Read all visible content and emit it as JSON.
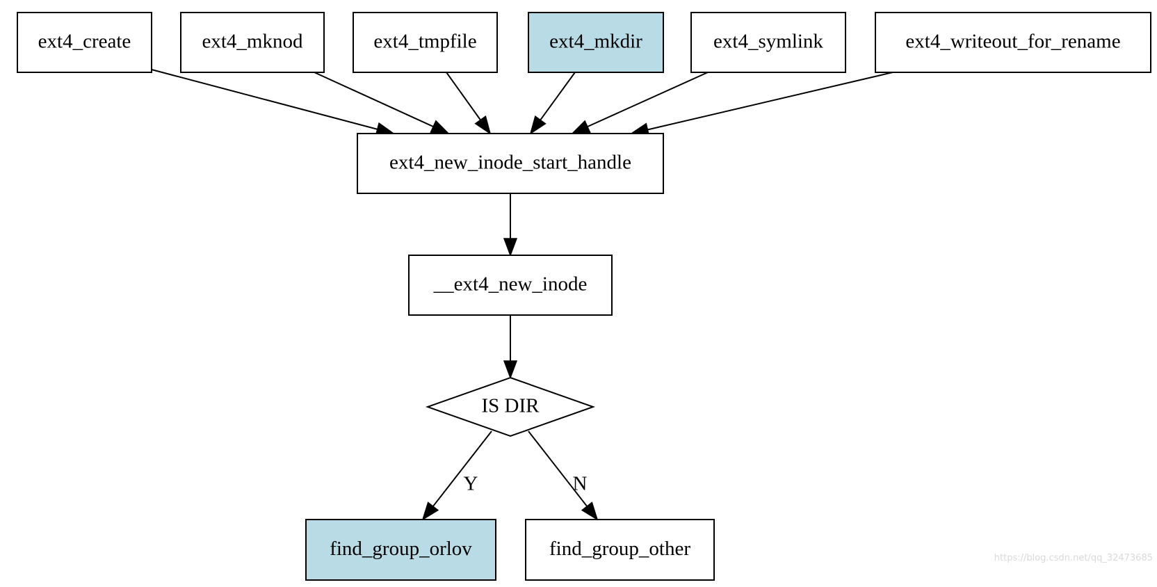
{
  "colors": {
    "highlight_fill": "#b8dbe6",
    "default_fill": "#ffffff",
    "stroke": "#000000"
  },
  "nodes": {
    "ext4_create": {
      "label": "ext4_create",
      "shape": "box",
      "highlighted": false
    },
    "ext4_mknod": {
      "label": "ext4_mknod",
      "shape": "box",
      "highlighted": false
    },
    "ext4_tmpfile": {
      "label": "ext4_tmpfile",
      "shape": "box",
      "highlighted": false
    },
    "ext4_mkdir": {
      "label": "ext4_mkdir",
      "shape": "box",
      "highlighted": true
    },
    "ext4_symlink": {
      "label": "ext4_symlink",
      "shape": "box",
      "highlighted": false
    },
    "ext4_writeout_for_rename": {
      "label": "ext4_writeout_for_rename",
      "shape": "box",
      "highlighted": false
    },
    "ext4_new_inode_start_handle": {
      "label": "ext4_new_inode_start_handle",
      "shape": "box",
      "highlighted": false
    },
    "__ext4_new_inode": {
      "label": "__ext4_new_inode",
      "shape": "box",
      "highlighted": false
    },
    "is_dir": {
      "label": "IS DIR",
      "shape": "diamond",
      "highlighted": false
    },
    "find_group_orlov": {
      "label": "find_group_orlov",
      "shape": "box",
      "highlighted": true
    },
    "find_group_other": {
      "label": "find_group_other",
      "shape": "box",
      "highlighted": false
    }
  },
  "edges": [
    {
      "from": "ext4_create",
      "to": "ext4_new_inode_start_handle",
      "label": ""
    },
    {
      "from": "ext4_mknod",
      "to": "ext4_new_inode_start_handle",
      "label": ""
    },
    {
      "from": "ext4_tmpfile",
      "to": "ext4_new_inode_start_handle",
      "label": ""
    },
    {
      "from": "ext4_mkdir",
      "to": "ext4_new_inode_start_handle",
      "label": ""
    },
    {
      "from": "ext4_symlink",
      "to": "ext4_new_inode_start_handle",
      "label": ""
    },
    {
      "from": "ext4_writeout_for_rename",
      "to": "ext4_new_inode_start_handle",
      "label": ""
    },
    {
      "from": "ext4_new_inode_start_handle",
      "to": "__ext4_new_inode",
      "label": ""
    },
    {
      "from": "__ext4_new_inode",
      "to": "is_dir",
      "label": ""
    },
    {
      "from": "is_dir",
      "to": "find_group_orlov",
      "label": "Y"
    },
    {
      "from": "is_dir",
      "to": "find_group_other",
      "label": "N"
    }
  ],
  "watermark": "https://blog.csdn.net/qq_32473685"
}
